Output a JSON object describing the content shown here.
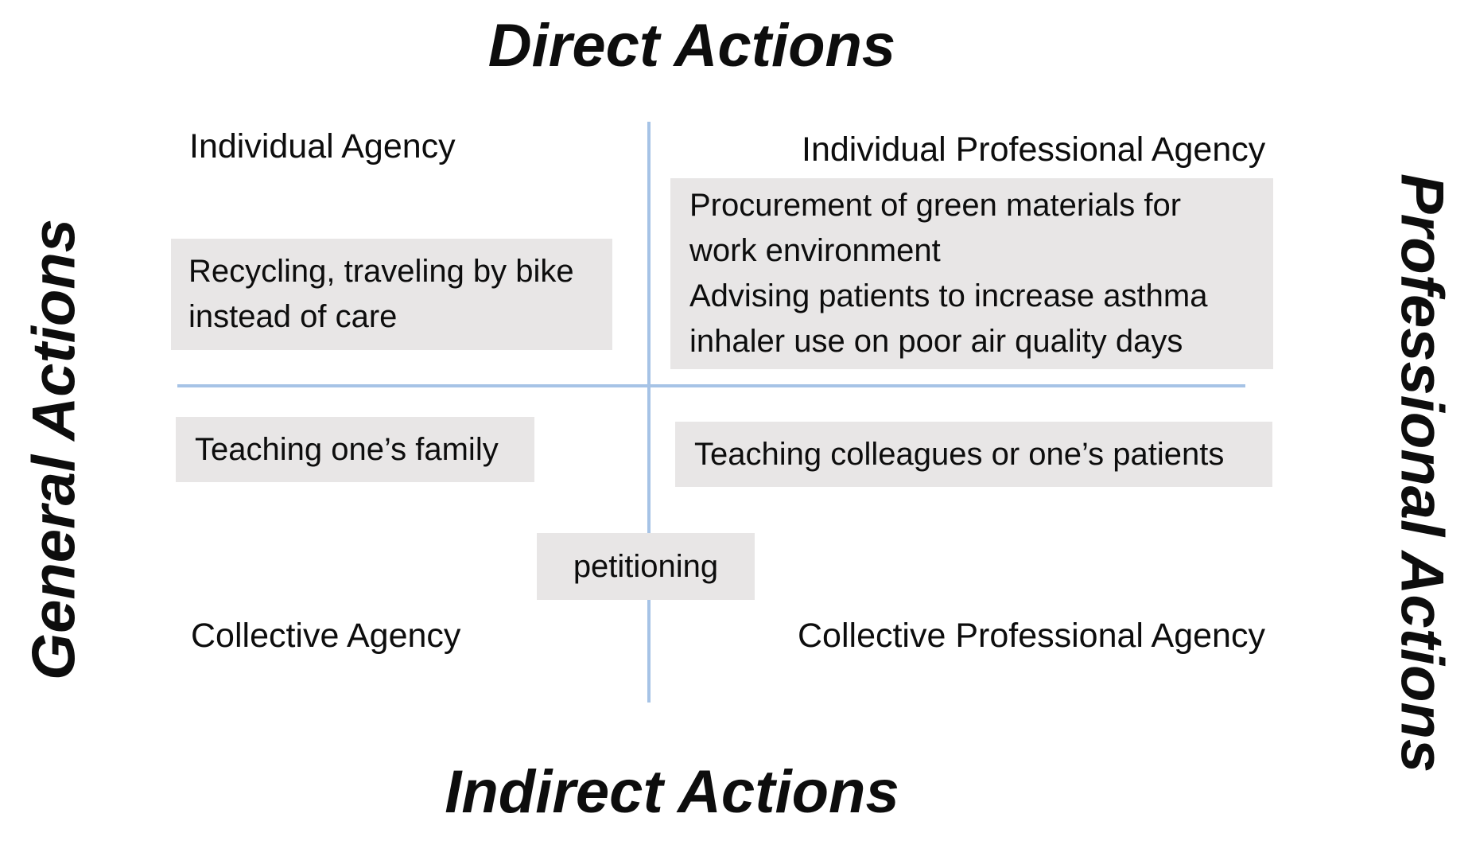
{
  "diagram": {
    "axes": {
      "top": "Direct Actions",
      "bottom": "Indirect Actions",
      "left": "General Actions",
      "right": "Professional Actions"
    },
    "quadrant_labels": {
      "top_left": "Individual Agency",
      "top_right": "Individual Professional Agency",
      "bottom_left": "Collective Agency",
      "bottom_right": "Collective Professional Agency"
    },
    "examples": {
      "top_left": "Recycling, traveling by bike instead of care",
      "top_right_line1": "Procurement of green materials for work environment",
      "top_right_line2": "Advising patients to increase asthma inhaler use on poor air quality days",
      "mid_left": "Teaching one’s family",
      "mid_right": "Teaching colleagues or one’s patients",
      "center": "petitioning"
    },
    "colors": {
      "background": "#ffffff",
      "box_background": "#e8e6e6",
      "axis_line": "#a6c3e6",
      "text": "#0d0d0d"
    }
  }
}
